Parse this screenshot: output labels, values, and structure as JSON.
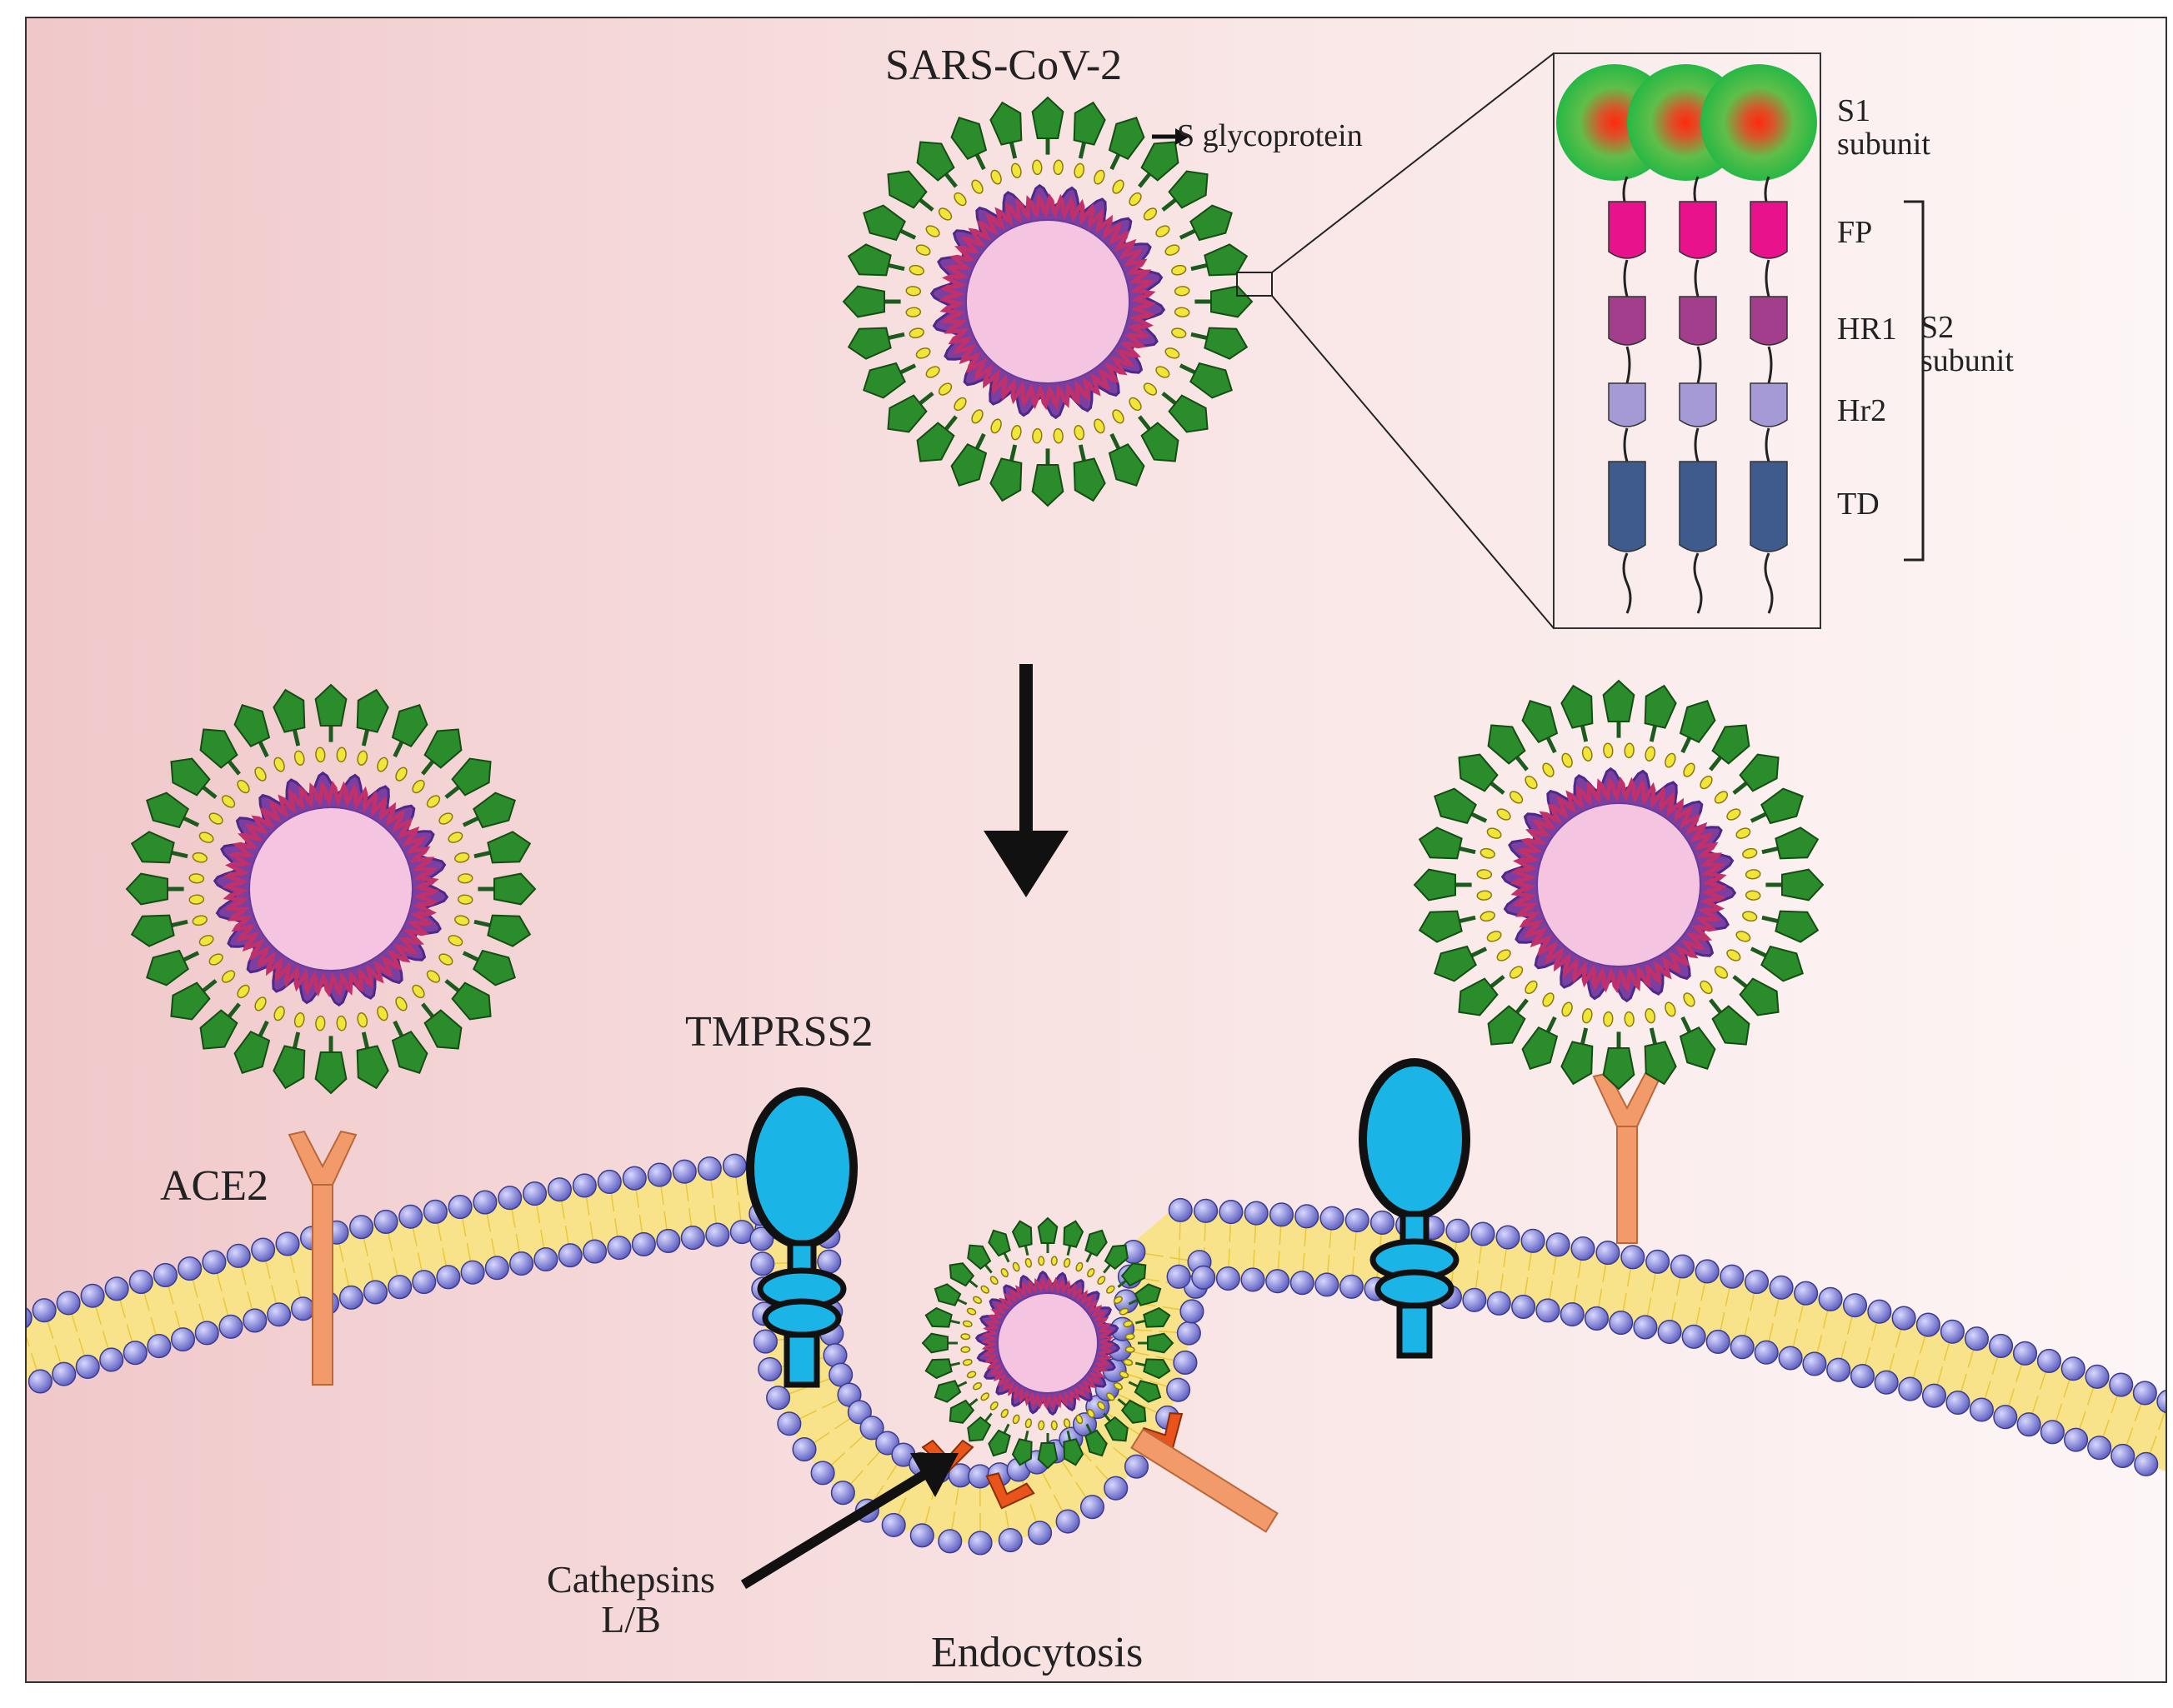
{
  "labels": {
    "virus_title": "SARS-CoV-2",
    "s_glycoprotein": "S glycoprotein",
    "s1_line1": "S1",
    "s1_line2": "subunit",
    "fp": "FP",
    "hr1": "HR1",
    "hr2": "Hr2",
    "td": "TD",
    "s2_line1": "S2",
    "s2_line2": "subunit",
    "tmprss2": "TMPRSS2",
    "ace2": "ACE2",
    "cathepsins_line1": "Cathepsins",
    "cathepsins_line2": "L/B",
    "endocytosis": "Endocytosis"
  },
  "colors": {
    "spike": "#2a8c2a",
    "envelope_protein": "#f2e53a",
    "membrane_ring": "#7a3fa0",
    "capsid_core": "#f5c4e0",
    "rna": "#c0306a",
    "fp_segment": "#e8138c",
    "hr1_segment": "#a23e8c",
    "hr2_segment": "#a59ad6",
    "td_segment": "#3f5a8c",
    "s1_head": "#2ec04a",
    "tmprss2": "#1bb4e6",
    "ace2": "#f29a6a",
    "cathepsin": "#e8541a",
    "lipid_head": "#7f80d8",
    "lipid_tail": "#f8e38a"
  },
  "icons": [
    "virus-icon",
    "ace2-receptor-icon",
    "tmprss2-protease-icon",
    "cathepsin-icon",
    "down-arrow-icon"
  ]
}
